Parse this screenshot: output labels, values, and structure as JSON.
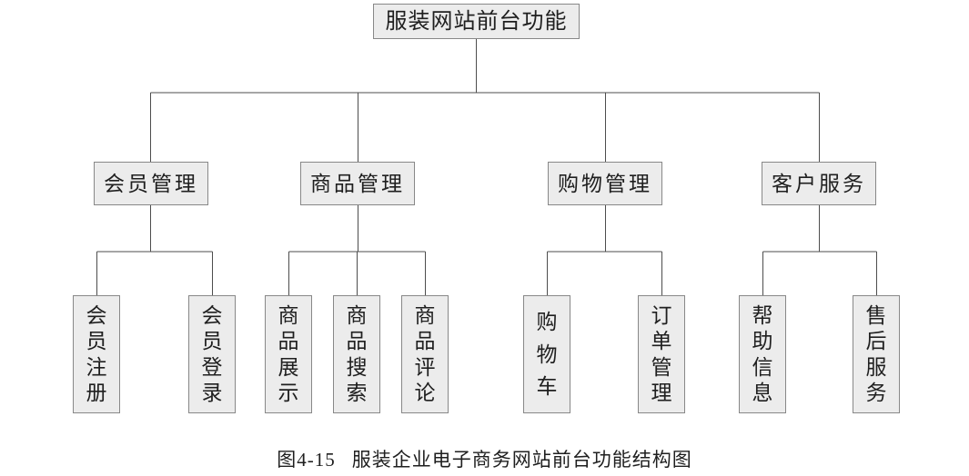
{
  "diagram": {
    "root": {
      "label": "服装网站前台功能"
    },
    "branches": [
      {
        "label": "会员管理",
        "children": [
          {
            "label": "会员注册"
          },
          {
            "label": "会员登录"
          }
        ]
      },
      {
        "label": "商品管理",
        "children": [
          {
            "label": "商品展示"
          },
          {
            "label": "商品搜索"
          },
          {
            "label": "商品评论"
          }
        ]
      },
      {
        "label": "购物管理",
        "children": [
          {
            "label": "购物车"
          },
          {
            "label": "订单管理"
          }
        ]
      },
      {
        "label": "客户服务",
        "children": [
          {
            "label": "帮助信息"
          },
          {
            "label": "售后服务"
          }
        ]
      }
    ],
    "caption": {
      "number": "图4-15",
      "title": "服装企业电子商务网站前台功能结构图"
    }
  },
  "colors": {
    "background": "#ffffff",
    "box_fill": "#ececec",
    "box_border": "#888888",
    "connector_line": "#4d4d4d",
    "text": "#1f1f1f"
  }
}
